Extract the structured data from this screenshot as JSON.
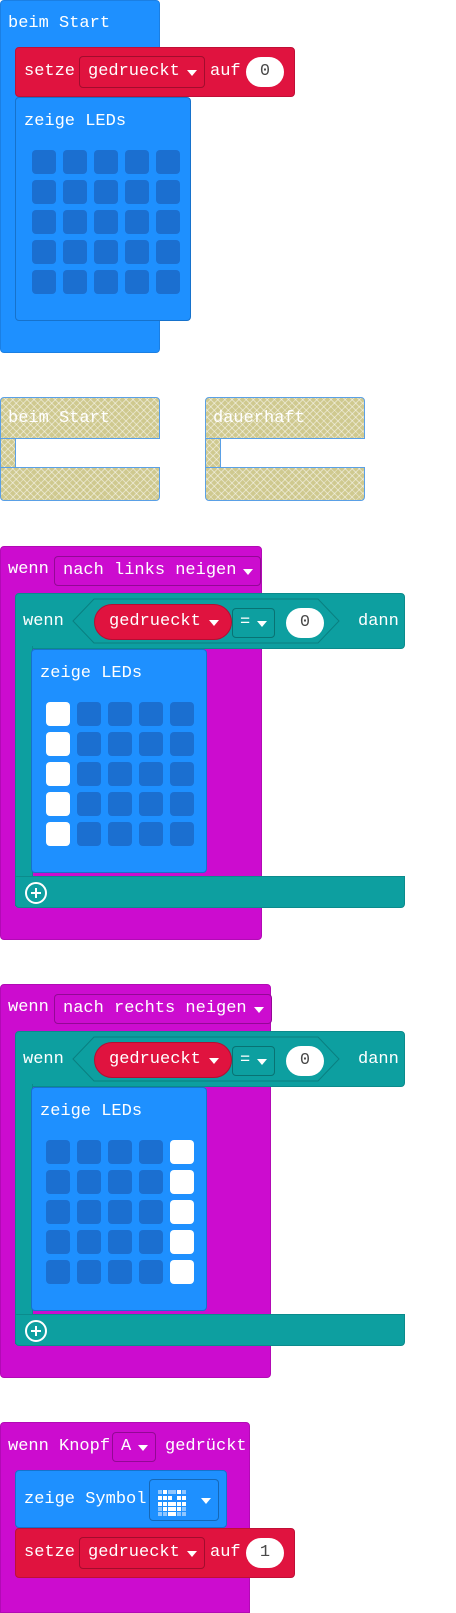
{
  "block1": {
    "hat_label": "beim Start",
    "set_label": "setze",
    "set_var": "gedrueckt",
    "set_to": "auf",
    "set_value": "0",
    "show_leds_label": "zeige LEDs",
    "leds": [
      [
        0,
        0,
        0,
        0,
        0
      ],
      [
        0,
        0,
        0,
        0,
        0
      ],
      [
        0,
        0,
        0,
        0,
        0
      ],
      [
        0,
        0,
        0,
        0,
        0
      ],
      [
        0,
        0,
        0,
        0,
        0
      ]
    ]
  },
  "disabled": {
    "start_label": "beim Start",
    "forever_label": "dauerhaft"
  },
  "block3": {
    "hat_label": "wenn",
    "event": "nach links neigen",
    "if_label": "wenn",
    "cond_var": "gedrueckt",
    "cond_op": "=",
    "cond_value": "0",
    "then_label": "dann",
    "show_leds_label": "zeige LEDs",
    "leds": [
      [
        1,
        0,
        0,
        0,
        0
      ],
      [
        1,
        0,
        0,
        0,
        0
      ],
      [
        1,
        0,
        0,
        0,
        0
      ],
      [
        1,
        0,
        0,
        0,
        0
      ],
      [
        1,
        0,
        0,
        0,
        0
      ]
    ]
  },
  "block4": {
    "hat_label": "wenn",
    "event": "nach rechts neigen",
    "if_label": "wenn",
    "cond_var": "gedrueckt",
    "cond_op": "=",
    "cond_value": "0",
    "then_label": "dann",
    "show_leds_label": "zeige LEDs",
    "leds": [
      [
        0,
        0,
        0,
        0,
        1
      ],
      [
        0,
        0,
        0,
        0,
        1
      ],
      [
        0,
        0,
        0,
        0,
        1
      ],
      [
        0,
        0,
        0,
        0,
        1
      ],
      [
        0,
        0,
        0,
        0,
        1
      ]
    ]
  },
  "block5": {
    "hat_label": "wenn Knopf",
    "button": "A",
    "hat_suffix": "gedrückt",
    "show_icon_label": "zeige Symbol",
    "icon": "heart-icon",
    "set_label": "setze",
    "set_var": "gedrueckt",
    "set_to": "auf",
    "set_value": "1"
  },
  "colors": {
    "basic": "#1e90ff",
    "variables": "#e0133f",
    "input": "#cc0ccf",
    "logic": "#0d9fa0",
    "disabled": "#cfc98f"
  }
}
